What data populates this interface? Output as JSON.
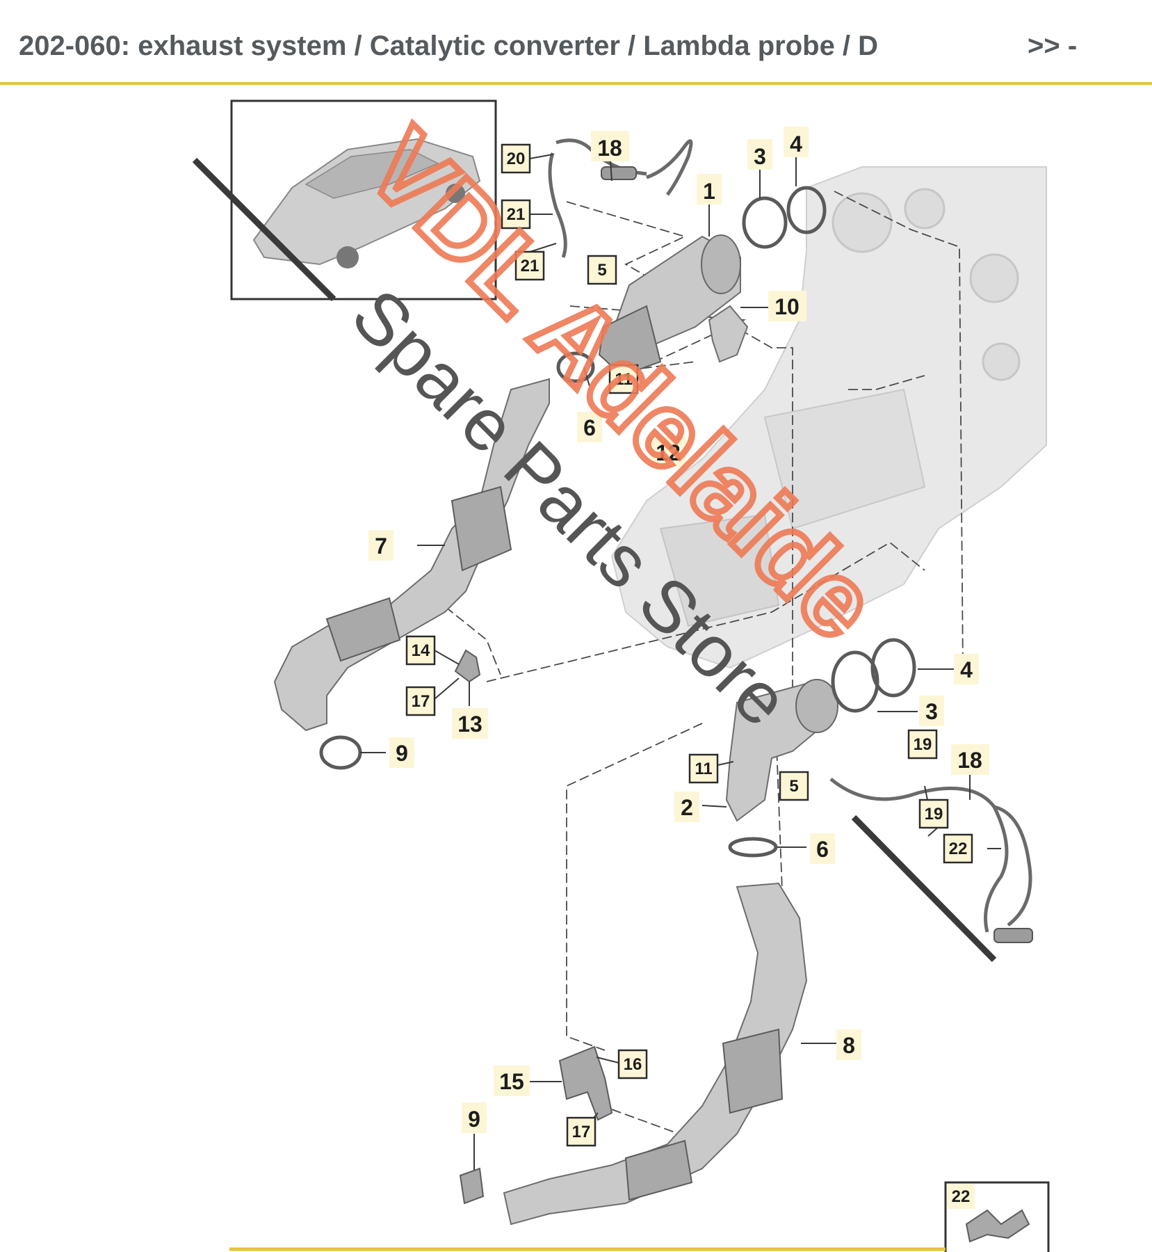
{
  "header": {
    "title": "202-060: exhaust system / Catalytic converter / Lambda probe / D",
    "nav": ">> -"
  },
  "watermark": {
    "brand": "VDL Adelaide",
    "tagline": "Spare Parts Store",
    "color": "#ee7a55"
  },
  "accent_color": "#e6c436",
  "callouts_boxed": [
    {
      "id": "c20a",
      "label": "20"
    },
    {
      "id": "c21a",
      "label": "21"
    },
    {
      "id": "c21b",
      "label": "21"
    },
    {
      "id": "c5a",
      "label": "5"
    },
    {
      "id": "c11a",
      "label": "11"
    },
    {
      "id": "c14",
      "label": "14"
    },
    {
      "id": "c17a",
      "label": "17"
    },
    {
      "id": "c11b",
      "label": "11"
    },
    {
      "id": "c5b",
      "label": "5"
    },
    {
      "id": "c19a",
      "label": "19"
    },
    {
      "id": "c19b",
      "label": "19"
    },
    {
      "id": "c22a",
      "label": "22"
    },
    {
      "id": "c16",
      "label": "16"
    },
    {
      "id": "c17b",
      "label": "17"
    },
    {
      "id": "c22b",
      "label": "22"
    }
  ],
  "callouts_plain": [
    {
      "id": "p18a",
      "label": "18"
    },
    {
      "id": "p3a",
      "label": "3"
    },
    {
      "id": "p4a",
      "label": "4"
    },
    {
      "id": "p1",
      "label": "1"
    },
    {
      "id": "p10",
      "label": "10"
    },
    {
      "id": "p6a",
      "label": "6"
    },
    {
      "id": "p12",
      "label": "12"
    },
    {
      "id": "p7",
      "label": "7"
    },
    {
      "id": "p13",
      "label": "13"
    },
    {
      "id": "p9a",
      "label": "9"
    },
    {
      "id": "p4b",
      "label": "4"
    },
    {
      "id": "p3b",
      "label": "3"
    },
    {
      "id": "p18b",
      "label": "18"
    },
    {
      "id": "p2",
      "label": "2"
    },
    {
      "id": "p6b",
      "label": "6"
    },
    {
      "id": "p8",
      "label": "8"
    },
    {
      "id": "p15",
      "label": "15"
    },
    {
      "id": "p9b",
      "label": "9"
    }
  ]
}
